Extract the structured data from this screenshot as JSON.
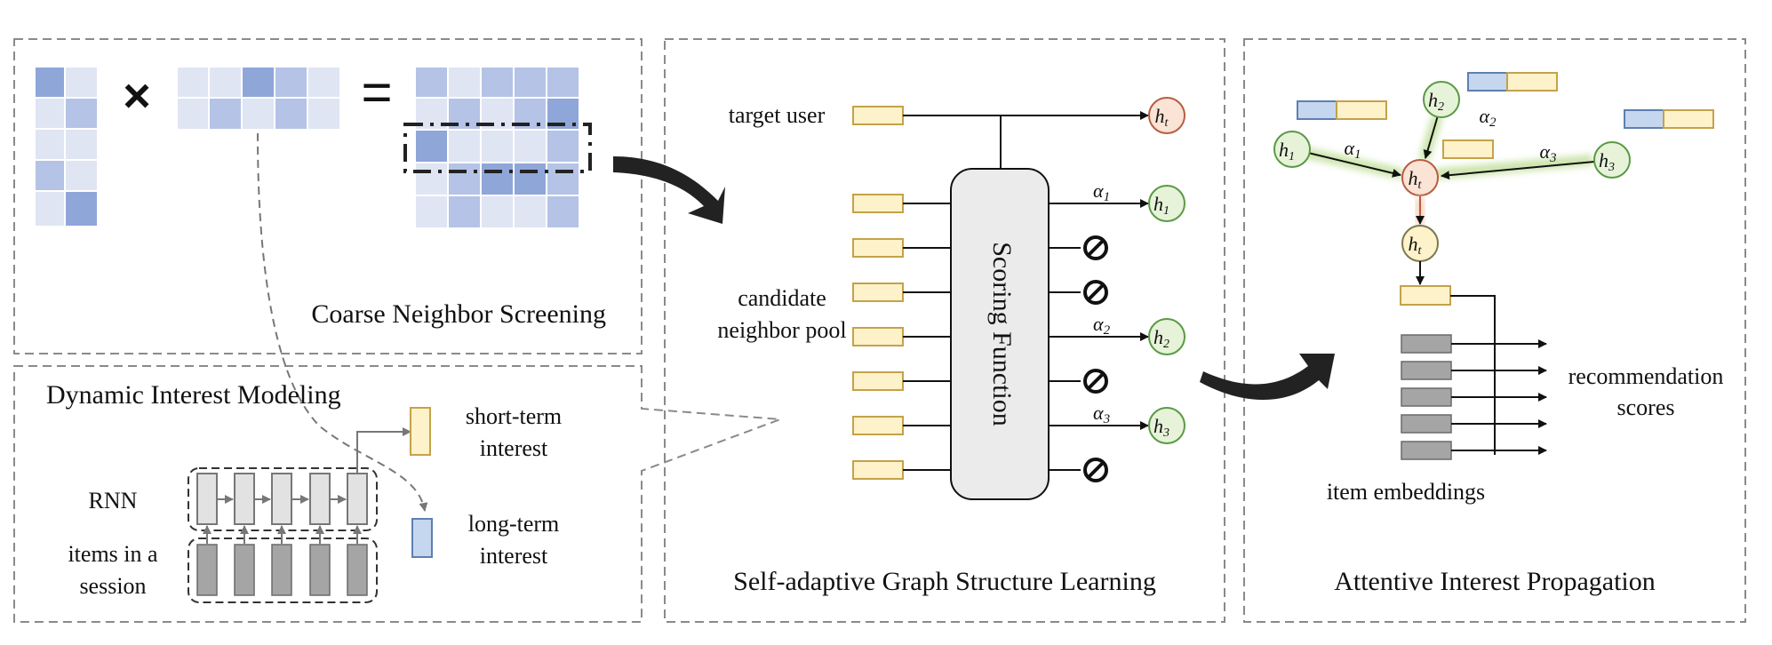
{
  "panels": {
    "coarse": {
      "title": "Coarse Neighbor Screening",
      "multiply_symbol": "×",
      "equals_symbol": "="
    },
    "dynamic": {
      "title": "Dynamic Interest Modeling",
      "rnn_label": "RNN",
      "items_label_1": "items in a",
      "items_label_2": "session",
      "short_term_1": "short-term",
      "short_term_2": "interest",
      "long_term_1": "long-term",
      "long_term_2": "interest"
    },
    "graph": {
      "title": "Self-adaptive  Graph Structure  Learning",
      "target_user": "target user",
      "candidate_1": "candidate",
      "candidate_2": "neighbor pool",
      "scoring": "Scoring Function",
      "node_t": "h",
      "node_t_sub": "t",
      "node_1": "h",
      "node_1_sub": "1",
      "node_2": "h",
      "node_2_sub": "2",
      "node_3": "h",
      "node_3_sub": "3",
      "alpha_1": "α",
      "alpha_1_sub": "1",
      "alpha_2": "α",
      "alpha_2_sub": "2",
      "alpha_3": "α",
      "alpha_3_sub": "3"
    },
    "attentive": {
      "title": "Attentive Interest Propagation",
      "rec_1": "recommendation",
      "rec_2": "scores",
      "item_emb": "item embeddings"
    }
  }
}
